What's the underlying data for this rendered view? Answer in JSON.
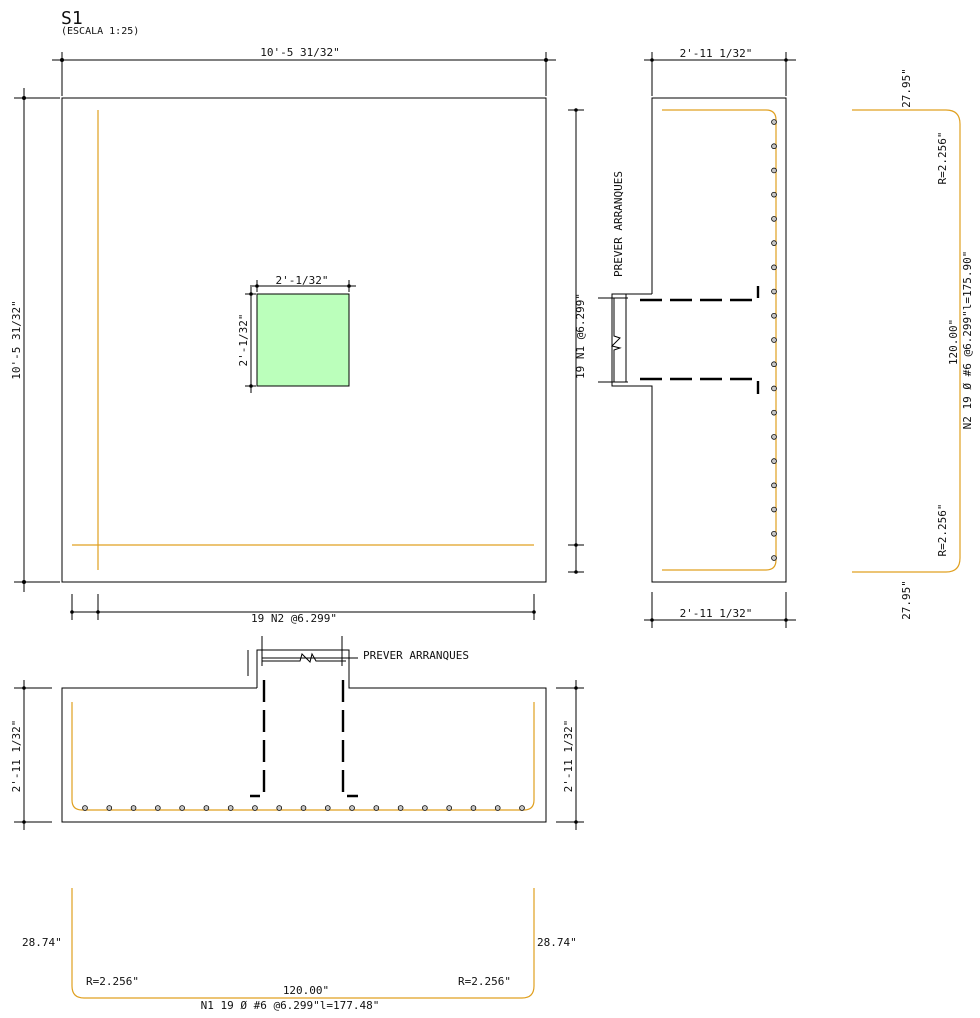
{
  "title": "S1",
  "scale": "(ESCALA 1:25)",
  "colors": {
    "rebar": "#e0a020",
    "column": "#bbffbb",
    "lines": "#000000"
  },
  "plan": {
    "width_dim": "10'-5 31/32\"",
    "height_dim": "10'-5 31/32\"",
    "column_w_dim": "2'-1/32\"",
    "column_h_dim": "2'-1/32\"",
    "bars_right": "19 N1 @6.299\"",
    "bars_bottom": "19 N2 @6.299\""
  },
  "side_section": {
    "top_dim": "2'-11 1/32\"",
    "bottom_dim": "2'-11 1/32\"",
    "note": "PREVER ARRANQUES"
  },
  "front_section": {
    "left_dim": "2'-11 1/32\"",
    "right_dim": "2'-11 1/32\"",
    "note": "PREVER ARRANQUES"
  },
  "bar_n2": {
    "leg_top": "27.95\"",
    "leg_bottom": "27.95\"",
    "radius_top": "R=2.256\"",
    "radius_bottom": "R=2.256\"",
    "length": "120.00\"",
    "spec": "N2  19 Ø #6 @6.299\"l=175.90\""
  },
  "bar_n1": {
    "leg_left": "28.74\"",
    "leg_right": "28.74\"",
    "radius_left": "R=2.256\"",
    "radius_right": "R=2.256\"",
    "length": "120.00\"",
    "spec": "N1  19 Ø #6 @6.299\"l=177.48\""
  }
}
